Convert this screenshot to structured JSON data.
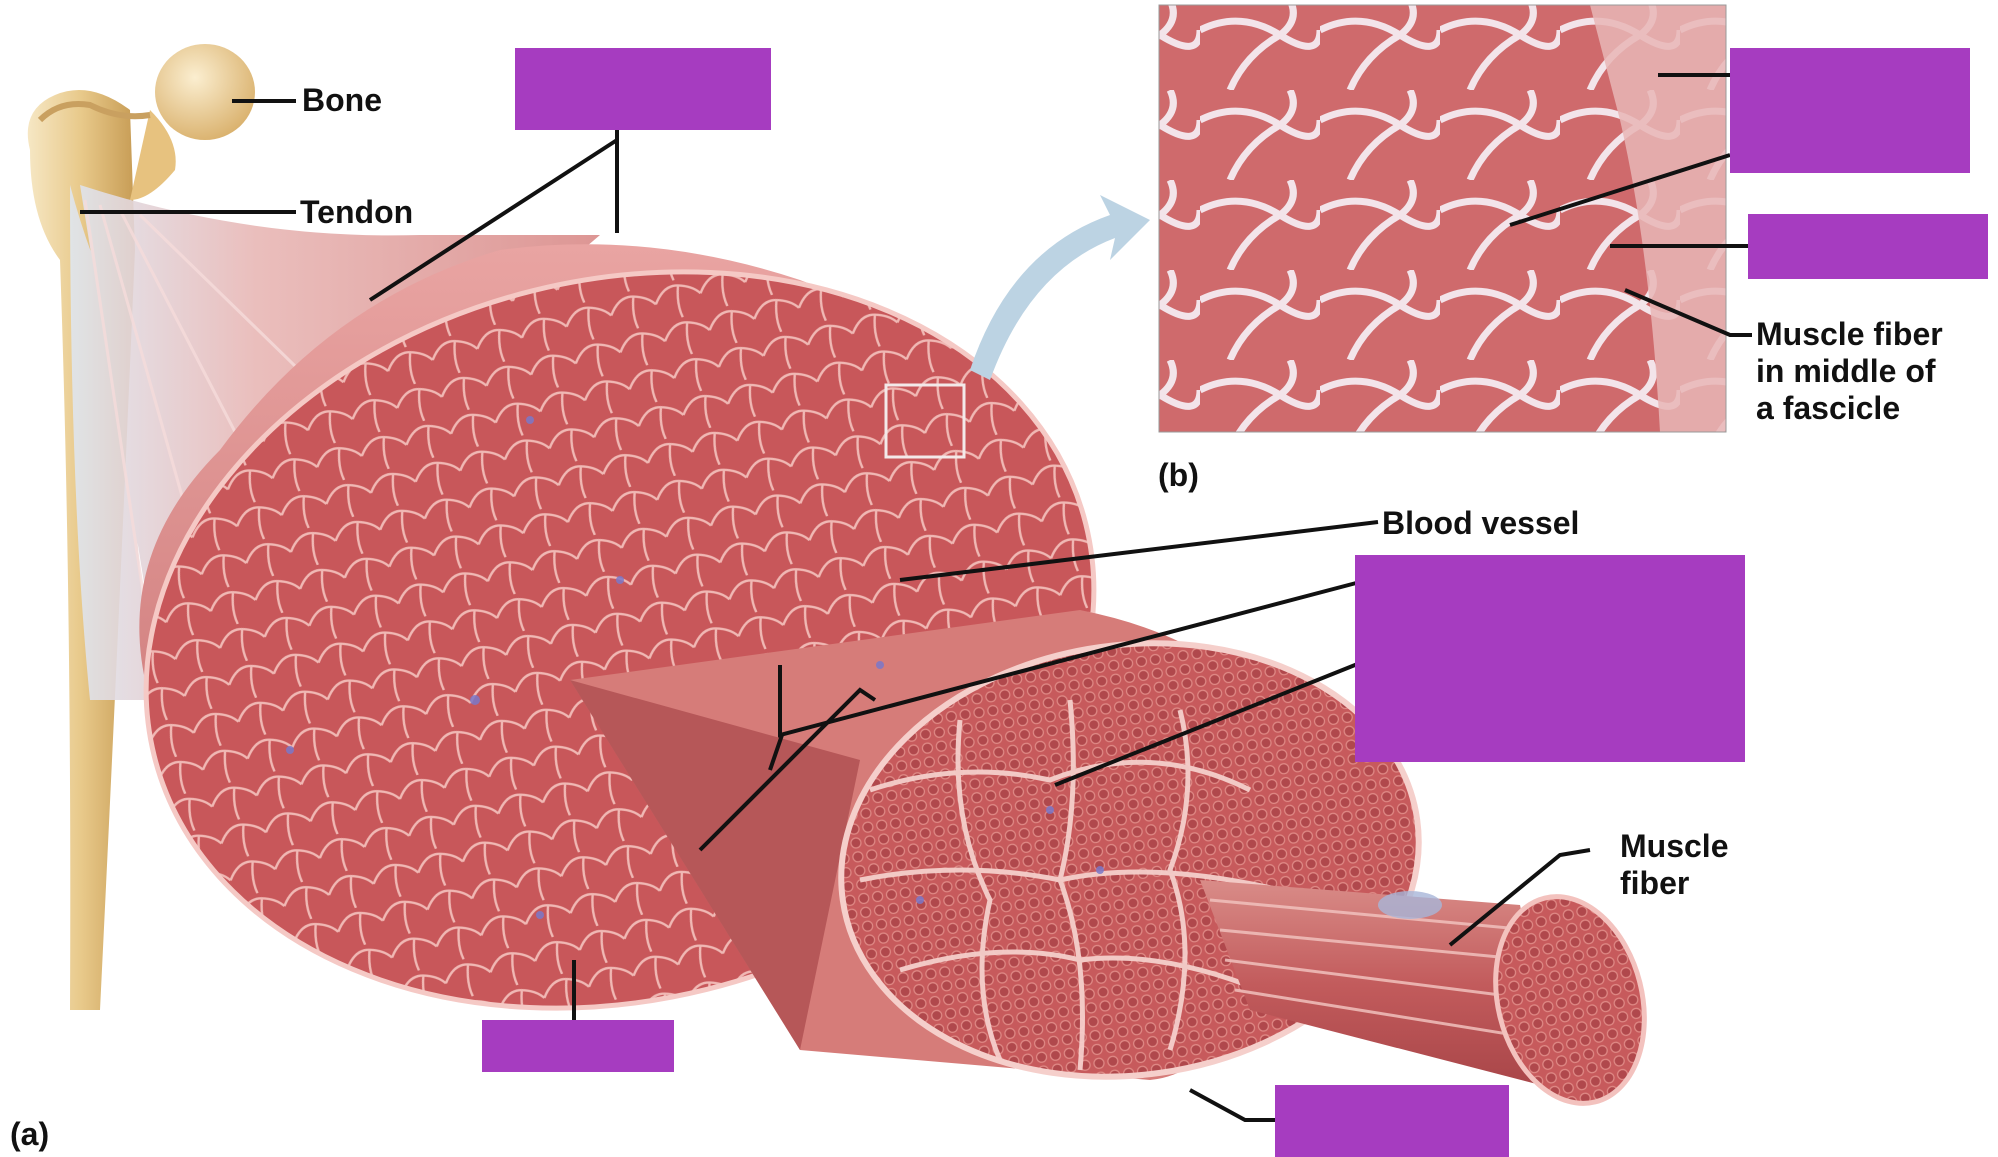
{
  "labels": {
    "bone": "Bone",
    "tendon": "Tendon",
    "blood_vessel": "Blood vessel",
    "muscle_fiber_a": [
      "Muscle",
      "fiber"
    ],
    "muscle_fiber_b": [
      "Muscle fiber",
      "in middle of",
      "a fascicle"
    ],
    "panel_a": "(a)",
    "panel_b": "(b)"
  },
  "colors": {
    "answer_box": "#a63cc0",
    "muscle": "#c9585a",
    "tissue_line": "#f2c6c2",
    "bone": "#e8c98a",
    "leader_line": "#111111"
  },
  "answer_boxes": [
    "",
    "",
    "",
    "",
    "",
    ""
  ]
}
